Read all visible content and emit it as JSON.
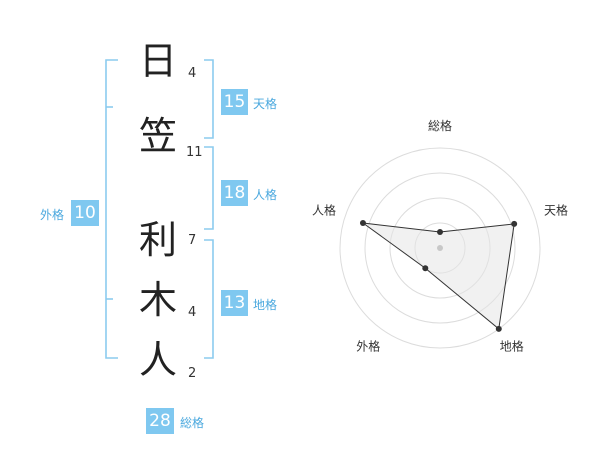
{
  "name_characters": [
    {
      "char": "日",
      "strokes": "4"
    },
    {
      "char": "笠",
      "strokes": "11"
    },
    {
      "char": "利",
      "strokes": "7"
    },
    {
      "char": "木",
      "strokes": "4"
    },
    {
      "char": "人",
      "strokes": "2"
    }
  ],
  "fortunes": {
    "tenkaku": {
      "value": "15",
      "label": "天格"
    },
    "jinkaku": {
      "value": "18",
      "label": "人格"
    },
    "chikaku": {
      "value": "13",
      "label": "地格"
    },
    "gaikaku": {
      "value": "10",
      "label": "外格"
    },
    "soukaku": {
      "value": "28",
      "label": "総格"
    }
  },
  "colors": {
    "accent": "#7fc8f0",
    "bracket": "#8ccbee",
    "accent_text": "#4aa8de"
  },
  "chart_data": {
    "type": "radar",
    "axes": [
      "総格",
      "天格",
      "地格",
      "外格",
      "人格"
    ],
    "values": [
      0.16,
      0.78,
      1.0,
      0.25,
      0.81
    ],
    "rmax": 1.0,
    "rings": 4
  }
}
